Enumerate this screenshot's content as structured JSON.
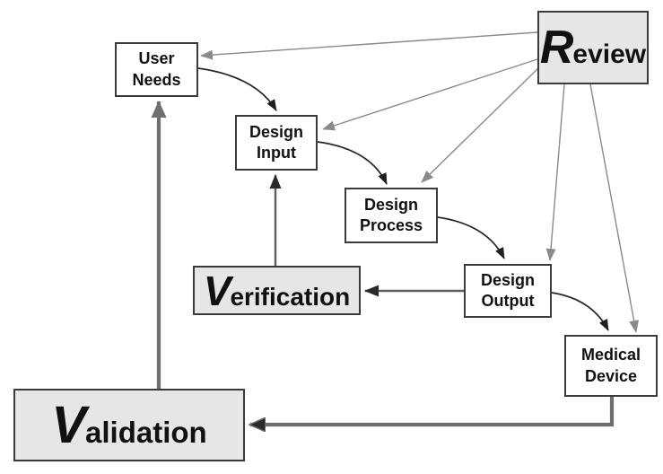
{
  "diagram": {
    "nodes": [
      {
        "id": "user-needs",
        "label": "User\nNeeds",
        "style": "plain"
      },
      {
        "id": "design-input",
        "label": "Design\nInput",
        "style": "plain"
      },
      {
        "id": "design-process",
        "label": "Design\nProcess",
        "style": "plain"
      },
      {
        "id": "design-output",
        "label": "Design\nOutput",
        "style": "plain"
      },
      {
        "id": "medical-device",
        "label": "Medical\nDevice",
        "style": "plain"
      },
      {
        "id": "review",
        "initial": "R",
        "rest": "eview",
        "style": "shaded"
      },
      {
        "id": "verification",
        "initial": "V",
        "rest": "erification",
        "style": "shaded"
      },
      {
        "id": "validation",
        "initial": "V",
        "rest": "alidation",
        "style": "shaded"
      }
    ],
    "edges": [
      {
        "from": "review",
        "to": "user-needs",
        "kind": "review-line"
      },
      {
        "from": "review",
        "to": "design-input",
        "kind": "review-line"
      },
      {
        "from": "review",
        "to": "design-process",
        "kind": "review-line"
      },
      {
        "from": "review",
        "to": "design-output",
        "kind": "review-line"
      },
      {
        "from": "review",
        "to": "medical-device",
        "kind": "review-line"
      },
      {
        "from": "user-needs",
        "to": "design-input",
        "kind": "flow-curve"
      },
      {
        "from": "design-input",
        "to": "design-process",
        "kind": "flow-curve"
      },
      {
        "from": "design-process",
        "to": "design-output",
        "kind": "flow-curve"
      },
      {
        "from": "design-output",
        "to": "medical-device",
        "kind": "flow-curve"
      },
      {
        "from": "design-output",
        "to": "verification",
        "kind": "feedback"
      },
      {
        "from": "verification",
        "to": "design-input",
        "kind": "feedback"
      },
      {
        "from": "medical-device",
        "to": "validation",
        "kind": "feedback-thick"
      },
      {
        "from": "validation",
        "to": "user-needs",
        "kind": "feedback-thick"
      }
    ]
  },
  "colors": {
    "background": "#ffffff",
    "box_plain_bg": "#ffffff",
    "box_shaded_bg": "#e6e6e6",
    "box_border": "#3a3a3a",
    "review_line": "#8a8a8a",
    "flow_line": "#262626",
    "feedback_line": "#5d5d5d",
    "thick_line": "#6e6e6e",
    "arrowhead_gray": "#8a8a8a",
    "arrowhead_black": "#1f1f1f",
    "arrowhead_dark": "#2a2a2a",
    "arrowhead_thick_gray": "#6f6f6f"
  }
}
